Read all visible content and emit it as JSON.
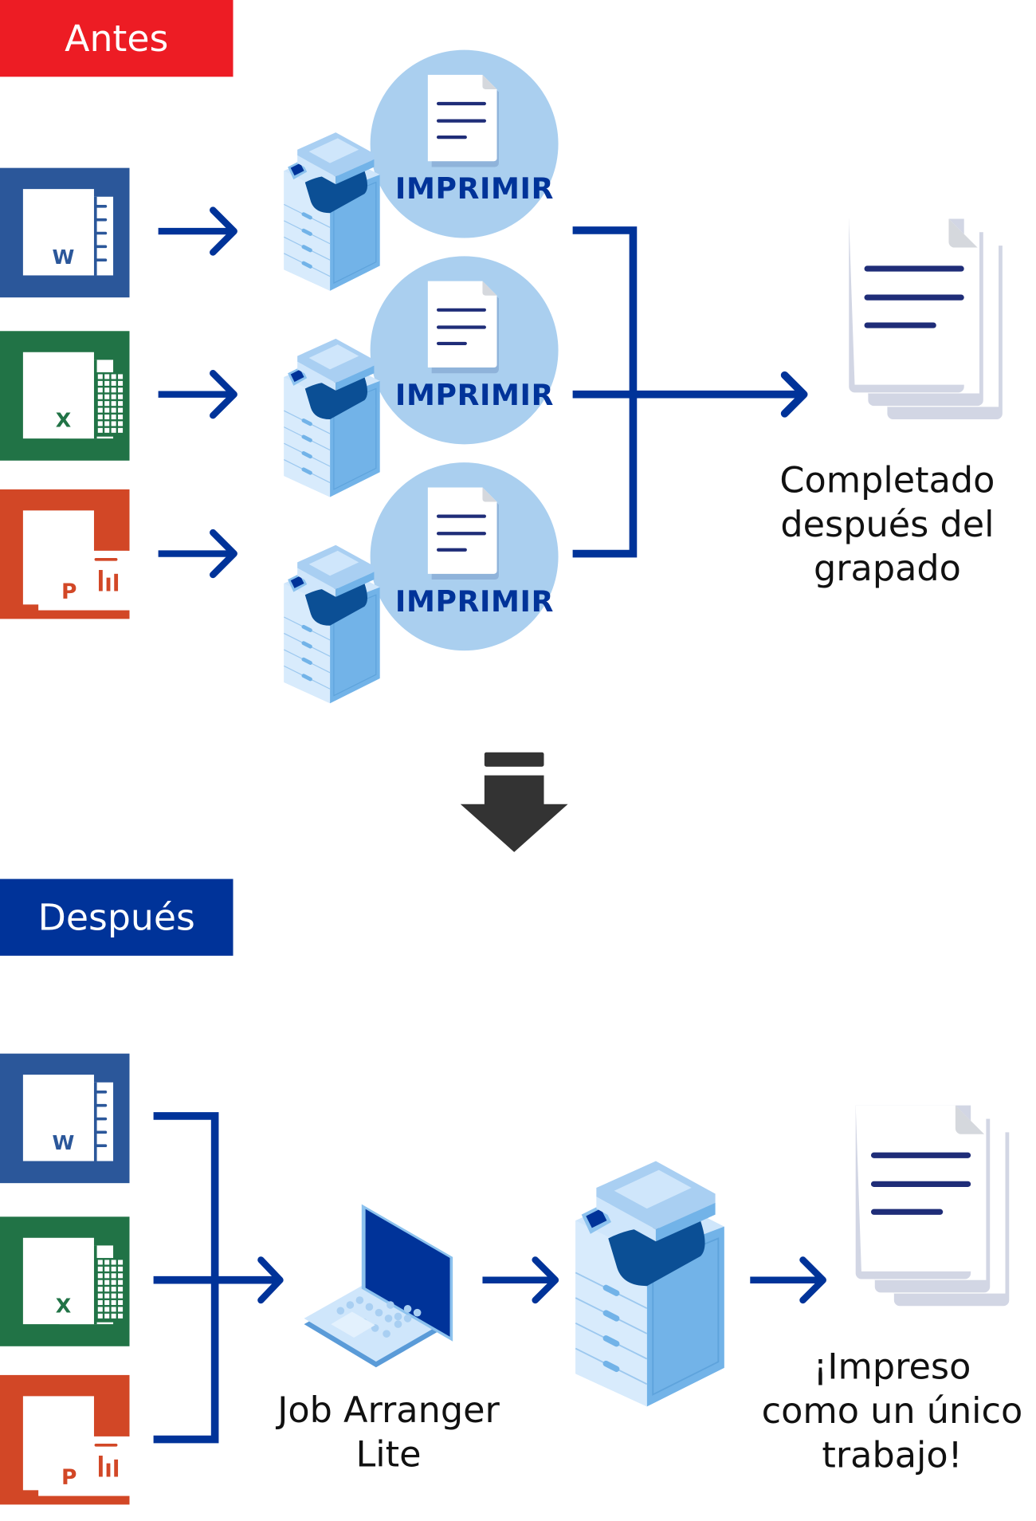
{
  "before": {
    "badge": "Antes",
    "rows": [
      {
        "app": "word",
        "letter": "W",
        "bubble_label": "IMPRIMIR"
      },
      {
        "app": "excel",
        "letter": "X",
        "bubble_label": "IMPRIMIR"
      },
      {
        "app": "powerpoint",
        "letter": "P",
        "bubble_label": "IMPRIMIR"
      }
    ],
    "result_caption": "Completado\ndespués del\ngrapado"
  },
  "transition": {
    "icon": "down-arrow-icon"
  },
  "after": {
    "badge": "Después",
    "apps": [
      {
        "app": "word",
        "letter": "W"
      },
      {
        "app": "excel",
        "letter": "X"
      },
      {
        "app": "powerpoint",
        "letter": "P"
      }
    ],
    "software_caption": "Job Arranger\nLite",
    "result_caption": "¡Impreso\ncomo un único\ntrabajo!"
  },
  "colors": {
    "before_accent": "#ed1c24",
    "after_accent": "#003399",
    "arrow": "#003399",
    "word": "#2b579a",
    "excel": "#217346",
    "powerpoint": "#d24726",
    "bubble": "#aacfef",
    "down_arrow": "#333333"
  }
}
